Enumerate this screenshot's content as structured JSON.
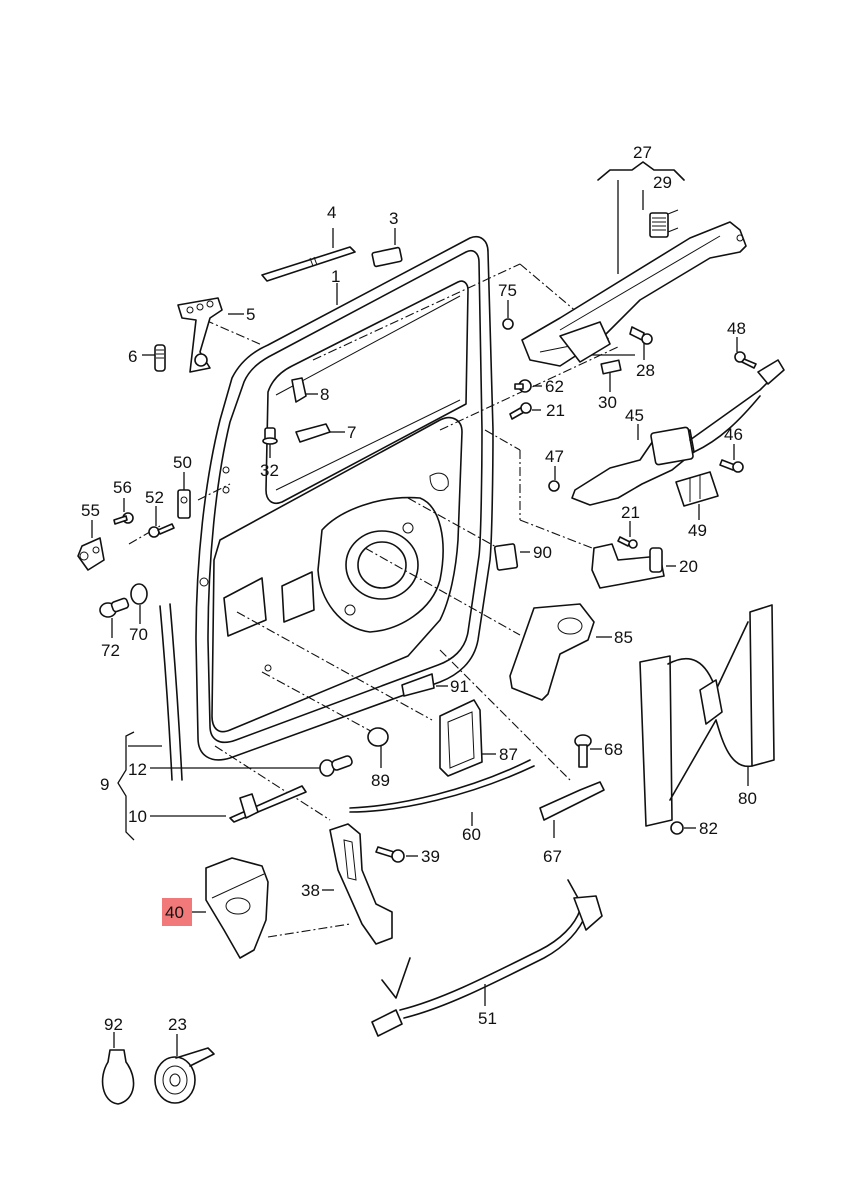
{
  "diagram": {
    "title": "Sliding door exploded parts diagram",
    "highlight_color": "#f06a6a",
    "highlighted_part": "40",
    "callouts": [
      {
        "id": "1",
        "label": "1"
      },
      {
        "id": "3",
        "label": "3"
      },
      {
        "id": "4",
        "label": "4"
      },
      {
        "id": "5",
        "label": "5"
      },
      {
        "id": "6",
        "label": "6"
      },
      {
        "id": "7",
        "label": "7"
      },
      {
        "id": "8",
        "label": "8"
      },
      {
        "id": "9",
        "label": "9"
      },
      {
        "id": "10",
        "label": "10"
      },
      {
        "id": "12",
        "label": "12"
      },
      {
        "id": "20",
        "label": "20"
      },
      {
        "id": "21a",
        "label": "21"
      },
      {
        "id": "21b",
        "label": "21"
      },
      {
        "id": "23",
        "label": "23"
      },
      {
        "id": "27",
        "label": "27"
      },
      {
        "id": "28",
        "label": "28"
      },
      {
        "id": "29",
        "label": "29"
      },
      {
        "id": "30",
        "label": "30"
      },
      {
        "id": "32",
        "label": "32"
      },
      {
        "id": "38",
        "label": "38"
      },
      {
        "id": "39",
        "label": "39"
      },
      {
        "id": "40",
        "label": "40"
      },
      {
        "id": "45",
        "label": "45"
      },
      {
        "id": "46",
        "label": "46"
      },
      {
        "id": "47",
        "label": "47"
      },
      {
        "id": "48",
        "label": "48"
      },
      {
        "id": "49",
        "label": "49"
      },
      {
        "id": "50",
        "label": "50"
      },
      {
        "id": "51",
        "label": "51"
      },
      {
        "id": "52",
        "label": "52"
      },
      {
        "id": "55",
        "label": "55"
      },
      {
        "id": "56",
        "label": "56"
      },
      {
        "id": "60",
        "label": "60"
      },
      {
        "id": "62",
        "label": "62"
      },
      {
        "id": "67",
        "label": "67"
      },
      {
        "id": "68",
        "label": "68"
      },
      {
        "id": "70",
        "label": "70"
      },
      {
        "id": "72",
        "label": "72"
      },
      {
        "id": "75",
        "label": "75"
      },
      {
        "id": "80",
        "label": "80"
      },
      {
        "id": "82",
        "label": "82"
      },
      {
        "id": "85",
        "label": "85"
      },
      {
        "id": "87",
        "label": "87"
      },
      {
        "id": "89",
        "label": "89"
      },
      {
        "id": "90",
        "label": "90"
      },
      {
        "id": "91",
        "label": "91"
      },
      {
        "id": "92",
        "label": "92"
      }
    ]
  }
}
